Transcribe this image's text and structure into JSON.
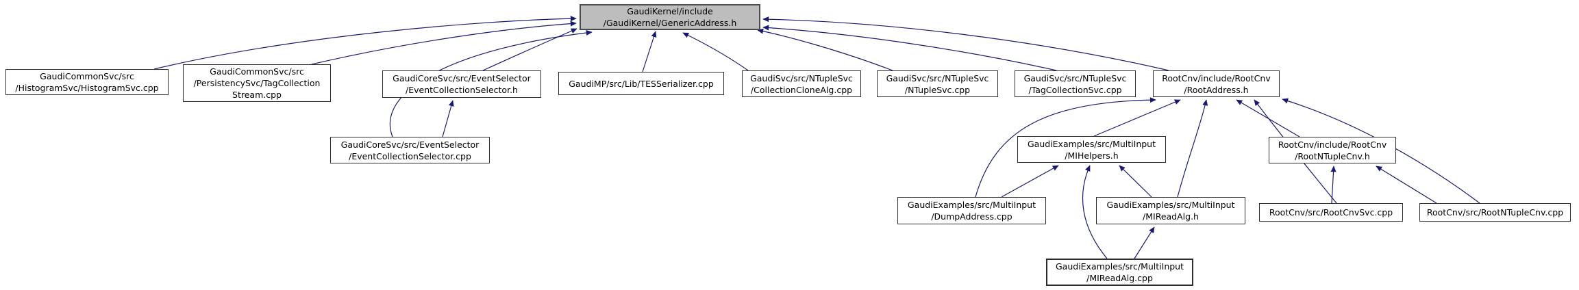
{
  "diagram": {
    "type": "include-dependency-graph",
    "root_node_id": "generic-address-h",
    "colors": {
      "edge": "#191970",
      "node_border": "#2c2c2c",
      "root_fill": "#bdbdbd",
      "background": "#ffffff",
      "text": "#000000"
    }
  },
  "nodes": [
    {
      "id": "generic-address-h",
      "label": "GaudiKernel/include/GaudiKernel/GenericAddress.h",
      "lines": [
        "GaudiKernel/include",
        "/GaudiKernel/GenericAddress.h"
      ],
      "role": "root"
    },
    {
      "id": "histogram-svc-cpp",
      "label": "GaudiCommonSvc/src/HistogramSvc/HistogramSvc.cpp",
      "lines": [
        "GaudiCommonSvc/src",
        "/HistogramSvc/HistogramSvc.cpp"
      ]
    },
    {
      "id": "tag-collection-stream-cpp",
      "label": "GaudiCommonSvc/src/PersistencySvc/TagCollectionStream.cpp",
      "lines": [
        "GaudiCommonSvc/src",
        "/PersistencySvc/TagCollection",
        "Stream.cpp"
      ]
    },
    {
      "id": "event-collection-selector-h",
      "label": "GaudiCoreSvc/src/EventSelector/EventCollectionSelector.h",
      "lines": [
        "GaudiCoreSvc/src/EventSelector",
        "/EventCollectionSelector.h"
      ]
    },
    {
      "id": "tes-serializer-cpp",
      "label": "GaudiMP/src/Lib/TESSerializer.cpp",
      "lines": [
        "GaudiMP/src/Lib/TESSerializer.cpp"
      ]
    },
    {
      "id": "collection-clone-alg-cpp",
      "label": "GaudiSvc/src/NTupleSvc/CollectionCloneAlg.cpp",
      "lines": [
        "GaudiSvc/src/NTupleSvc",
        "/CollectionCloneAlg.cpp"
      ]
    },
    {
      "id": "ntuple-svc-cpp",
      "label": "GaudiSvc/src/NTupleSvc/NTupleSvc.cpp",
      "lines": [
        "GaudiSvc/src/NTupleSvc",
        "/NTupleSvc.cpp"
      ]
    },
    {
      "id": "tag-collection-svc-cpp",
      "label": "GaudiSvc/src/NTupleSvc/TagCollectionSvc.cpp",
      "lines": [
        "GaudiSvc/src/NTupleSvc",
        "/TagCollectionSvc.cpp"
      ]
    },
    {
      "id": "root-address-h",
      "label": "RootCnv/include/RootCnv/RootAddress.h",
      "lines": [
        "RootCnv/include/RootCnv",
        "/RootAddress.h"
      ]
    },
    {
      "id": "event-collection-selector-cpp",
      "label": "GaudiCoreSvc/src/EventSelector/EventCollectionSelector.cpp",
      "lines": [
        "GaudiCoreSvc/src/EventSelector",
        "/EventCollectionSelector.cpp"
      ]
    },
    {
      "id": "mi-helpers-h",
      "label": "GaudiExamples/src/MultiInput/MIHelpers.h",
      "lines": [
        "GaudiExamples/src/MultiInput",
        "/MIHelpers.h"
      ]
    },
    {
      "id": "root-ntuple-cnv-h",
      "label": "RootCnv/include/RootCnv/RootNTupleCnv.h",
      "lines": [
        "RootCnv/include/RootCnv",
        "/RootNTupleCnv.h"
      ]
    },
    {
      "id": "dump-address-cpp",
      "label": "GaudiExamples/src/MultiInput/DumpAddress.cpp",
      "lines": [
        "GaudiExamples/src/MultiInput",
        "/DumpAddress.cpp"
      ]
    },
    {
      "id": "mi-read-alg-h",
      "label": "GaudiExamples/src/MultiInput/MIReadAlg.h",
      "lines": [
        "GaudiExamples/src/MultiInput",
        "/MIReadAlg.h"
      ]
    },
    {
      "id": "root-cnv-svc-cpp",
      "label": "RootCnv/src/RootCnvSvc.cpp",
      "lines": [
        "RootCnv/src/RootCnvSvc.cpp"
      ]
    },
    {
      "id": "root-ntuple-cnv-cpp",
      "label": "RootCnv/src/RootNTupleCnv.cpp",
      "lines": [
        "RootCnv/src/RootNTupleCnv.cpp"
      ]
    },
    {
      "id": "mi-read-alg-cpp",
      "label": "GaudiExamples/src/MultiInput/MIReadAlg.cpp",
      "lines": [
        "GaudiExamples/src/MultiInput",
        "/MIReadAlg.cpp"
      ],
      "emphasis": true
    }
  ],
  "edges": [
    {
      "from": "histogram-svc-cpp",
      "to": "generic-address-h"
    },
    {
      "from": "tag-collection-stream-cpp",
      "to": "generic-address-h"
    },
    {
      "from": "event-collection-selector-h",
      "to": "generic-address-h"
    },
    {
      "from": "event-collection-selector-cpp",
      "to": "generic-address-h"
    },
    {
      "from": "event-collection-selector-cpp",
      "to": "event-collection-selector-h"
    },
    {
      "from": "tes-serializer-cpp",
      "to": "generic-address-h"
    },
    {
      "from": "collection-clone-alg-cpp",
      "to": "generic-address-h"
    },
    {
      "from": "ntuple-svc-cpp",
      "to": "generic-address-h"
    },
    {
      "from": "tag-collection-svc-cpp",
      "to": "generic-address-h"
    },
    {
      "from": "root-address-h",
      "to": "generic-address-h"
    },
    {
      "from": "dump-address-cpp",
      "to": "root-address-h"
    },
    {
      "from": "dump-address-cpp",
      "to": "mi-helpers-h"
    },
    {
      "from": "mi-helpers-h",
      "to": "root-address-h"
    },
    {
      "from": "mi-read-alg-h",
      "to": "mi-helpers-h"
    },
    {
      "from": "mi-read-alg-h",
      "to": "root-address-h"
    },
    {
      "from": "mi-read-alg-cpp",
      "to": "mi-helpers-h"
    },
    {
      "from": "mi-read-alg-cpp",
      "to": "mi-read-alg-h"
    },
    {
      "from": "root-ntuple-cnv-h",
      "to": "root-address-h"
    },
    {
      "from": "root-cnv-svc-cpp",
      "to": "root-address-h"
    },
    {
      "from": "root-cnv-svc-cpp",
      "to": "root-ntuple-cnv-h"
    },
    {
      "from": "root-ntuple-cnv-cpp",
      "to": "root-ntuple-cnv-h"
    },
    {
      "from": "root-ntuple-cnv-cpp",
      "to": "root-address-h"
    }
  ]
}
